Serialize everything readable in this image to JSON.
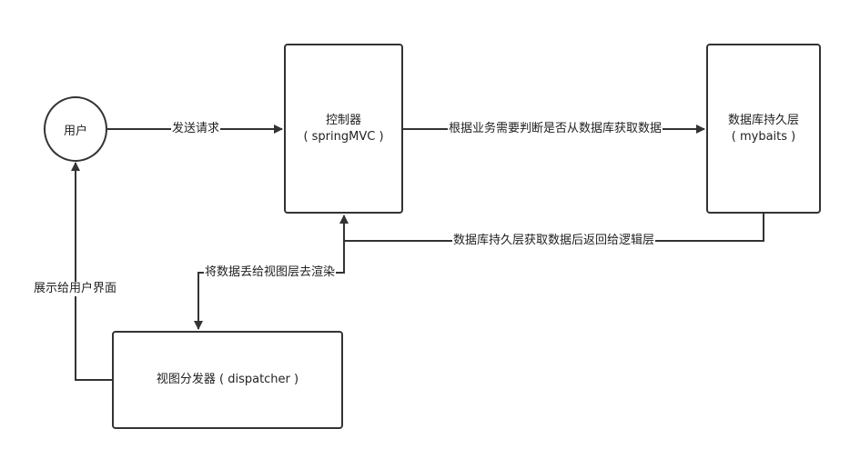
{
  "nodes": {
    "user": {
      "label": "用户"
    },
    "controller": {
      "label": "控制器",
      "sublabel": "( springMVC )"
    },
    "persistence": {
      "label": "数据库持久层",
      "sublabel": "( mybaits )"
    },
    "dispatcher": {
      "label": "视图分发器 ( dispatcher )"
    }
  },
  "edges": {
    "send_request": "发送请求",
    "fetch_data": "根据业务需要判断是否从数据库获取数据",
    "return_data": "数据库持久层获取数据后返回给逻辑层",
    "render_view": "将数据丢给视图层去渲染",
    "show_user": "展示给用户界面"
  },
  "colors": {
    "stroke": "#333333",
    "background": "#ffffff"
  }
}
